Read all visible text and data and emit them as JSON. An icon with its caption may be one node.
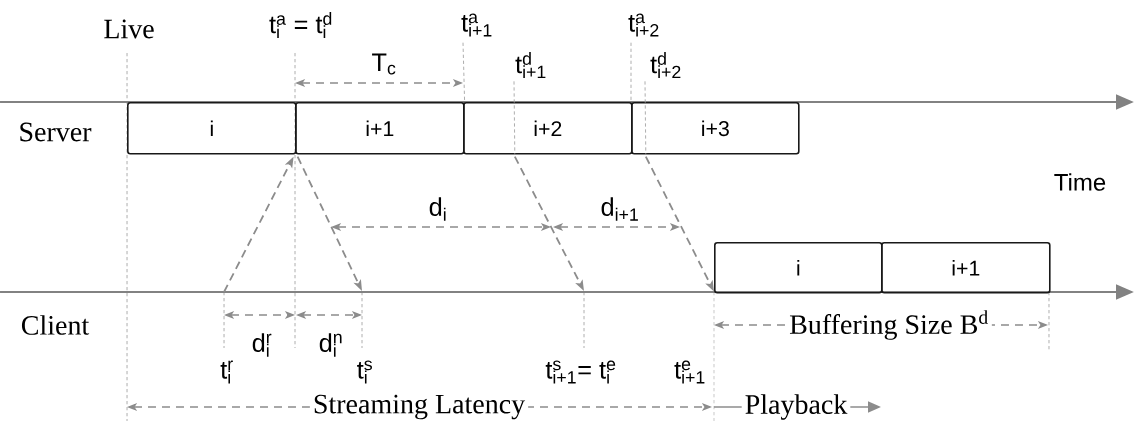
{
  "diagram": {
    "nodes": [
      {
        "text": [
          "t$_{i+1}$$^{a}$"
        ]
      },
      {
        "text": [
          "t$_{i+2}$$^{a}$"
        ]
      },
      {
        "text": [
          "t$_{i+1}$$^{d}$"
        ]
      },
      {
        "text": [
          "t$_{i+2}$$^{d}$"
        ]
      },
      {
        "text": [
          "i"
        ]
      },
      {
        "text": [
          "i+1"
        ]
      },
      {
        "text": [
          "i+2"
        ]
      },
      {
        "text": [
          "i+3"
        ]
      },
      {
        "text": [
          "i"
        ]
      },
      {
        "text": [
          "i+1"
        ]
      }
    ],
    "edges": [
      {
        "from": 0,
        "to": 5,
        "arrow": "none",
        "style": "dashed",
        "color": "#a6a6a6"
      },
      {
        "from": 1,
        "to": 7,
        "arrow": "none",
        "style": "dashed",
        "color": "#a6a6a6"
      },
      {
        "from": 2,
        "to": 6,
        "arrow": "none",
        "style": "dashed",
        "color": "#a6a6a6"
      },
      {
        "from": 3,
        "to": 7,
        "arrow": "none",
        "style": "dashed",
        "color": "#a6a6a6"
      },
      {
        "from": null,
        "to": 4,
        "arrow": "to",
        "style": "dashed"
      },
      {
        "from": 4,
        "to": null,
        "arrow": "to",
        "style": "dashed"
      },
      {
        "from": 6,
        "to": null,
        "arrow": "to",
        "style": "dashed"
      },
      {
        "from": 7,
        "to": 8,
        "arrow": "to",
        "style": "dashed"
      }
    ],
    "labels": [
      "Live",
      "t$_{i}$$^{a}$ = t$_{i}$$^{d}$",
      "T$_{c}$",
      "Server",
      "Time",
      "d$_{i}$",
      "d$_{i+1}$",
      "Client",
      "d$_{i}$$^{r}$",
      "d$_{i}$$^{n}$",
      "Buffering Size B$^{d}$",
      "t$_{i}$$^{r}$",
      "t$_{i}$$^{s}$",
      "t$_{i+1}$$^{s}$= t$_{i}$$^{e}$",
      "t$_{i+1}$$^{e}$",
      "Streaming Latency",
      "Playback"
    ]
  }
}
